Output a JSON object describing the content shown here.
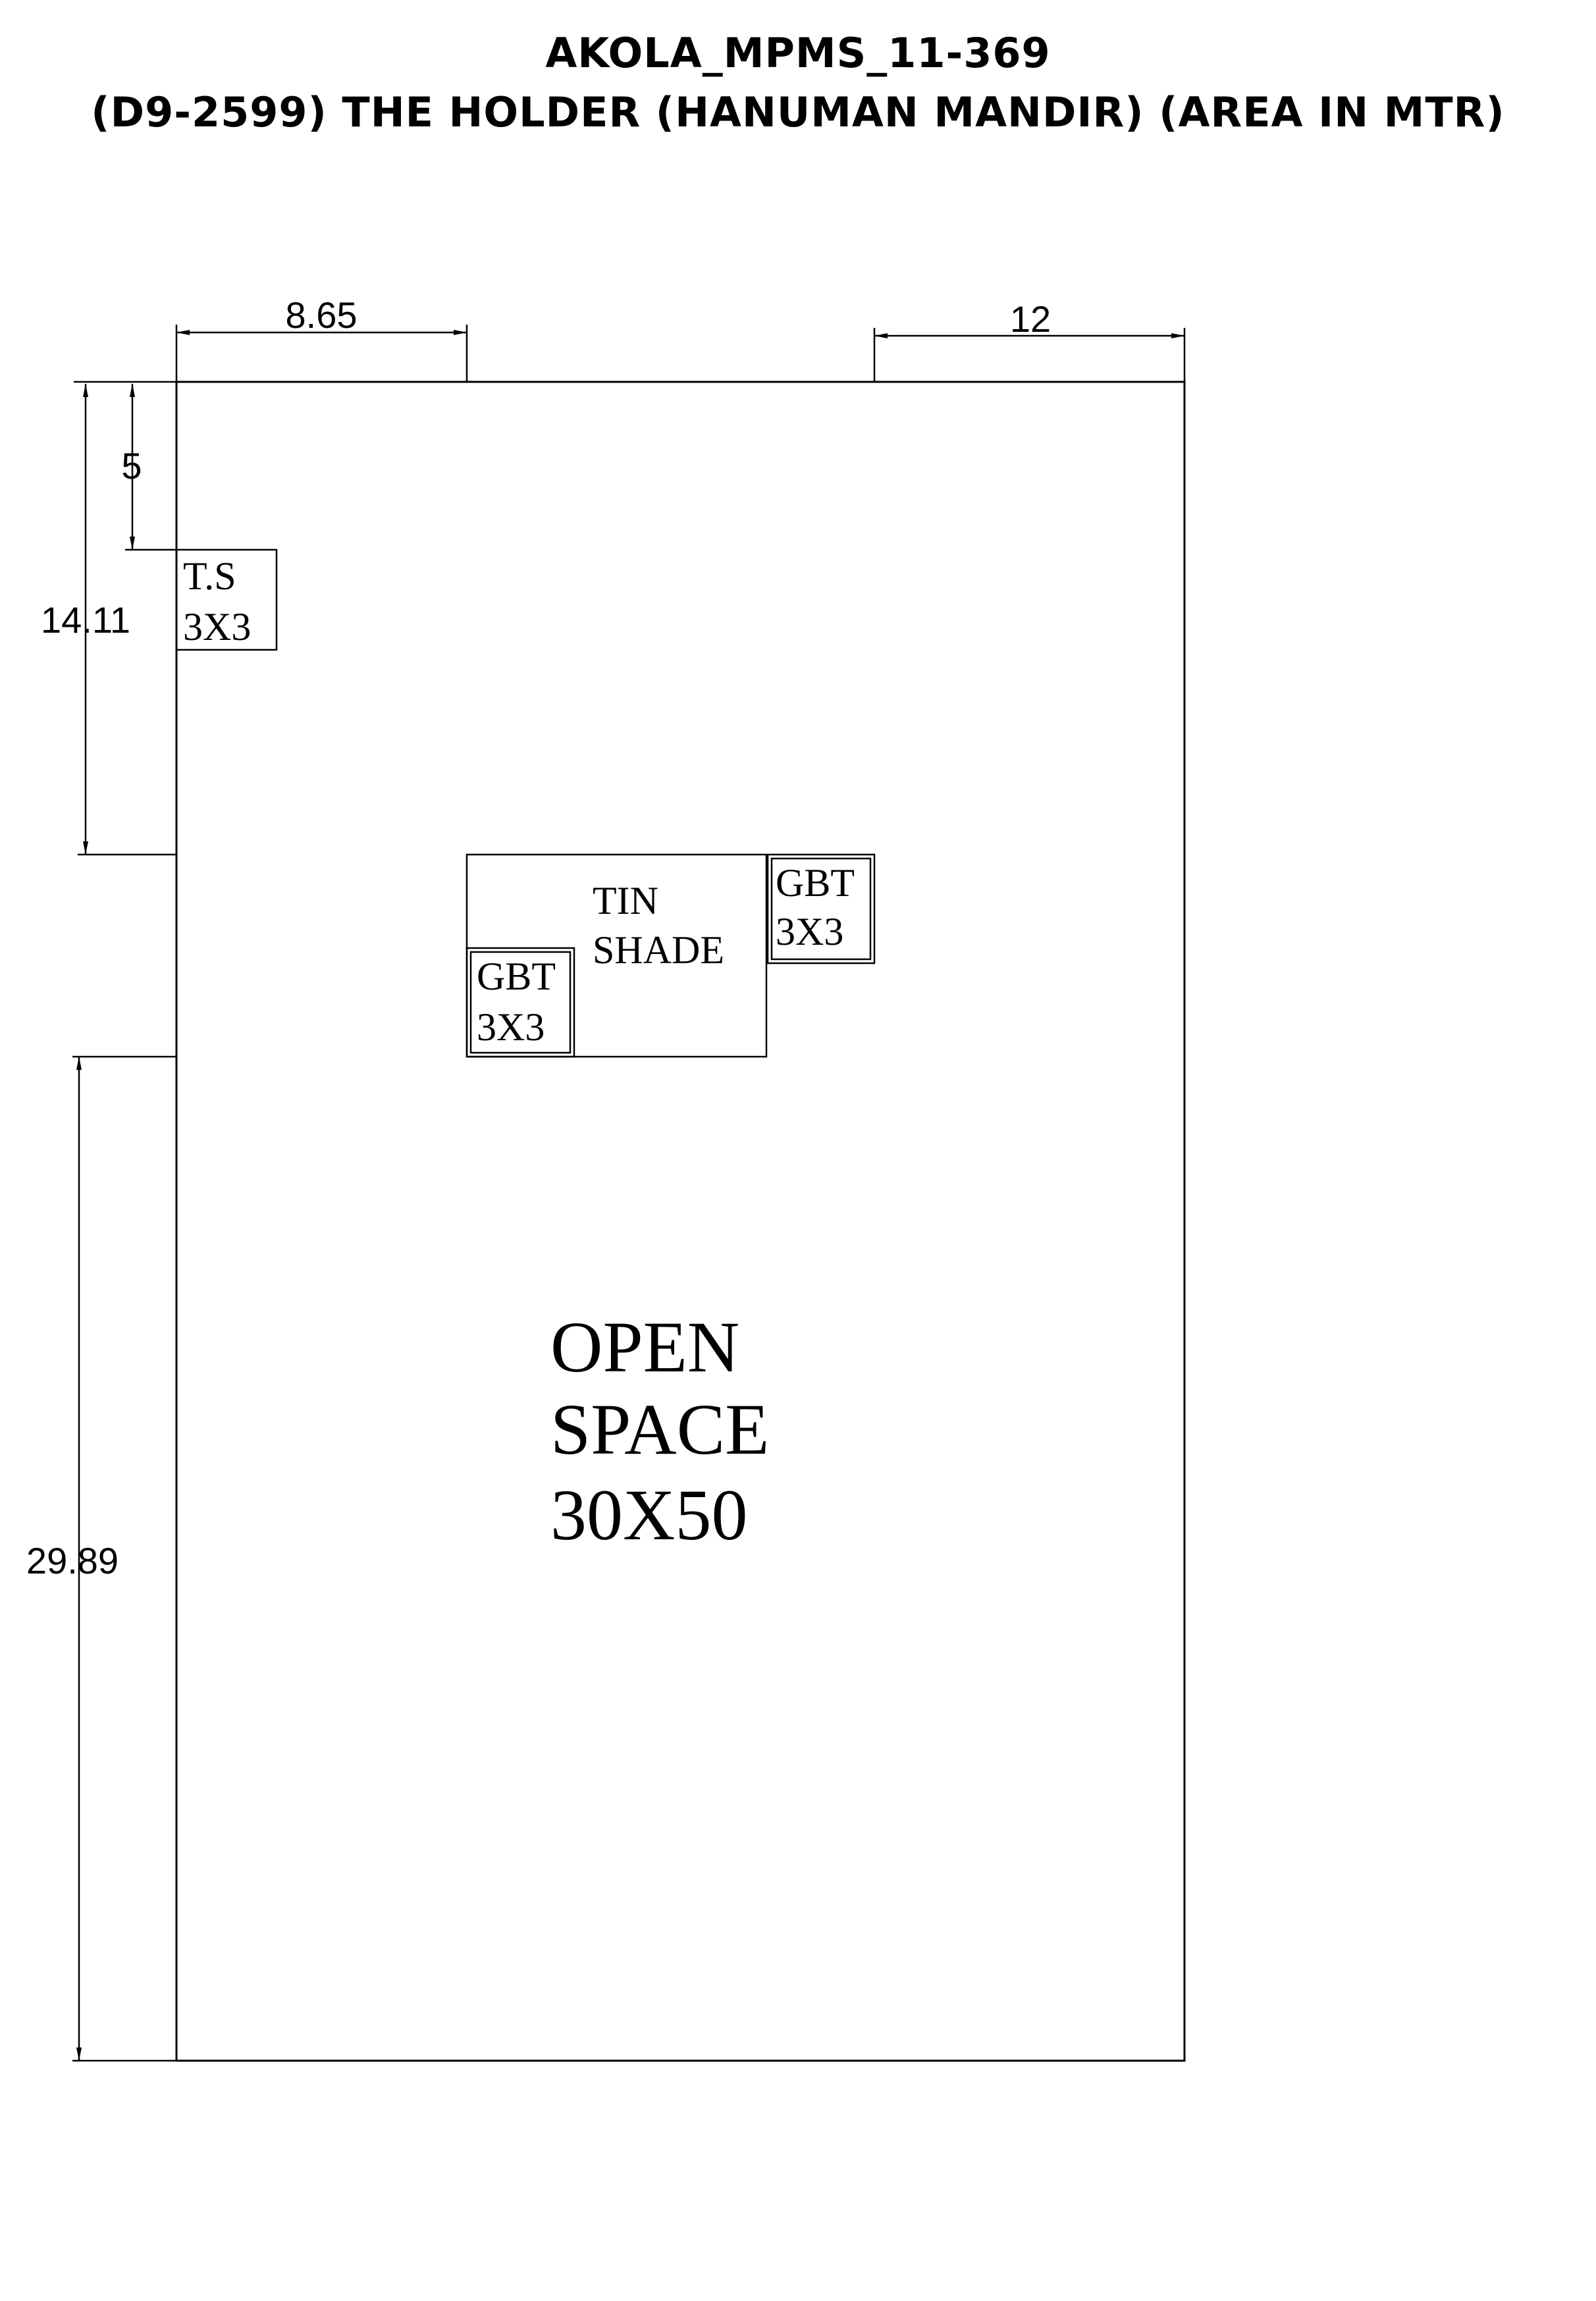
{
  "title": {
    "line1": "AKOLA_MPMS_11-369",
    "line2": "(D9-2599) THE HOLDER (HANUMAN MANDIR) (AREA IN MTR)"
  },
  "dimensions": {
    "top_left": "8.65",
    "top_right": "12",
    "left_small": "5",
    "left_upper": "14.11",
    "left_lower": "29.89"
  },
  "labels": {
    "ts": [
      "T.S",
      "3X3"
    ],
    "tin_shade": [
      "TIN",
      "SHADE"
    ],
    "gbt_right": [
      "GBT",
      "3X3"
    ],
    "gbt_left": [
      "GBT",
      "3X3"
    ],
    "open_space": [
      "OPEN",
      "SPACE",
      "30X50"
    ]
  }
}
